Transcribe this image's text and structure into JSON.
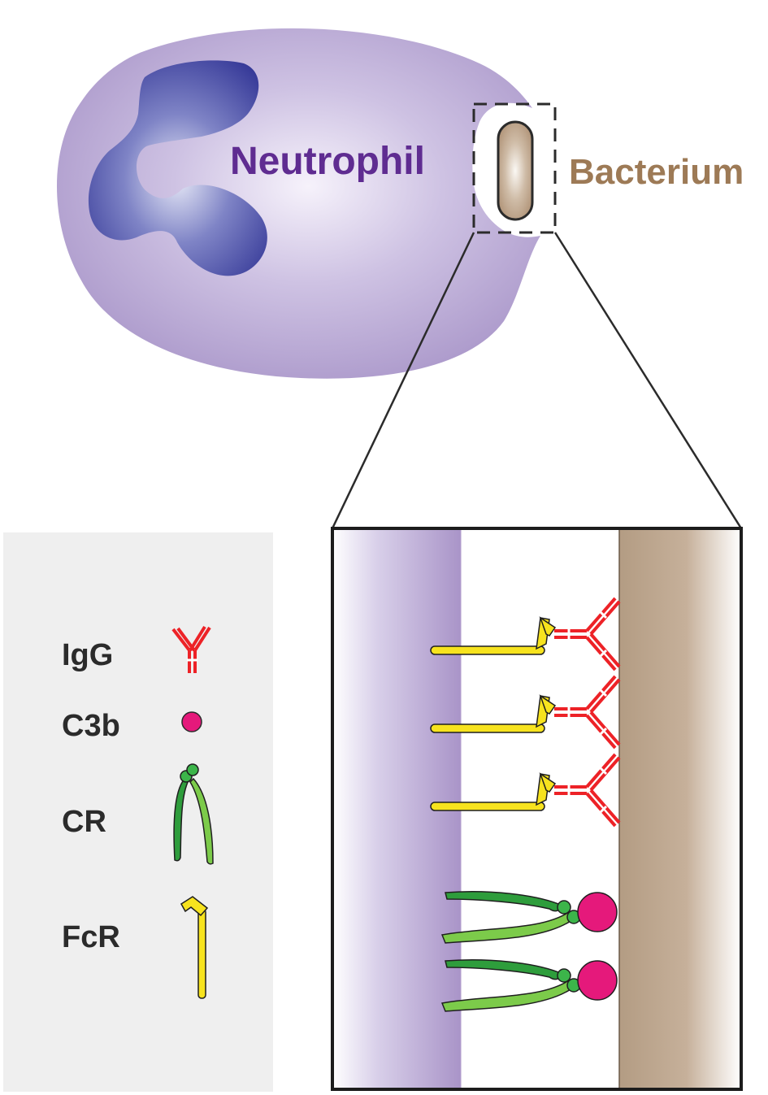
{
  "labels": {
    "neutrophil": "Neutrophil",
    "bacterium": "Bacterium"
  },
  "legend": {
    "items": [
      {
        "key": "igg",
        "label": "IgG"
      },
      {
        "key": "c3b",
        "label": "C3b"
      },
      {
        "key": "cr",
        "label": "CR"
      },
      {
        "key": "fcr",
        "label": "FcR"
      }
    ]
  },
  "colors": {
    "neutrophil_body": "#b1a0cf",
    "nucleus": "#27288e",
    "neutrophil_text": "#5f2c91",
    "bacterium_body": "#bca68f",
    "bacterium_text": "#9d7a56",
    "igg": "#ed2227",
    "c3b": "#e5197b",
    "cr": "#3cb54a",
    "fcr": "#f7e31e",
    "legend_bg": "#efefef"
  },
  "zoom_panel": {
    "fcr_igg_complexes": 3,
    "cr_c3b_complexes": 2
  }
}
